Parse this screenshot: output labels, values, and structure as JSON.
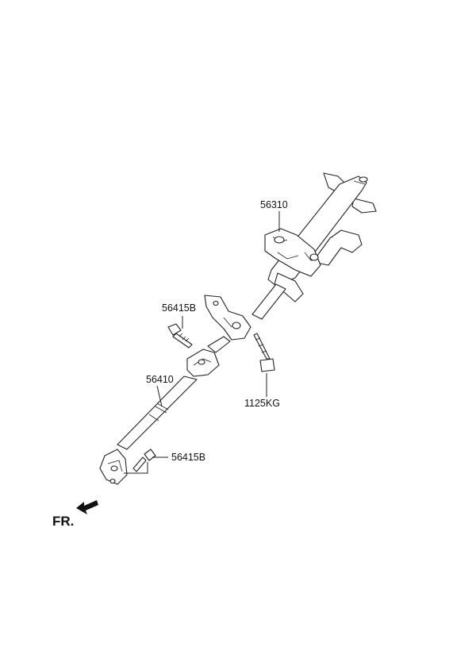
{
  "diagram": {
    "labels": {
      "steering_column": "56310",
      "bolt_upper": "56415B",
      "intermediate_shaft": "56410",
      "bolt_lower": "56415B",
      "mount_bolt": "1125KG"
    },
    "direction": {
      "text": "FR.",
      "icon": "arrow-left-icon"
    }
  }
}
